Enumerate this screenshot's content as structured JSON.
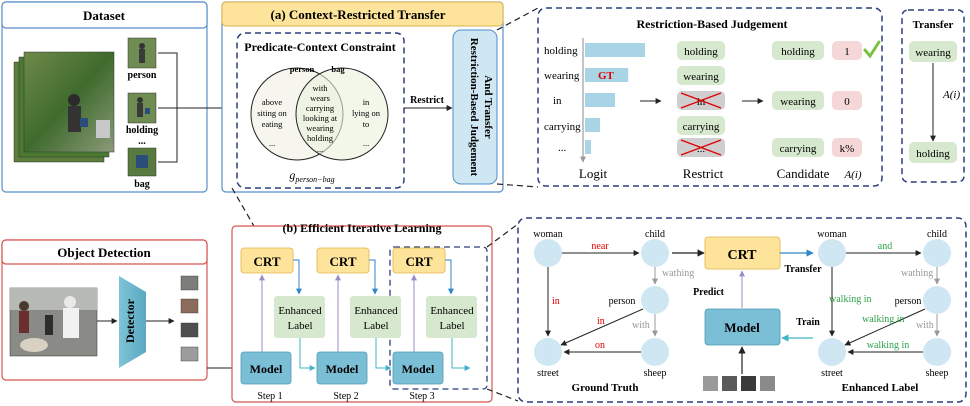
{
  "dataset": {
    "title": "Dataset",
    "crop_labels": [
      "person",
      "holding",
      "bag"
    ],
    "ellipsis": "..."
  },
  "crt_panel": {
    "title": "(a)  Context-Restricted Transfer",
    "pcc_title": "Predicate-Context Constraint",
    "venn": {
      "left_label": "person",
      "right_label": "bag",
      "left_items": [
        "above",
        "siting on",
        "eating",
        "..."
      ],
      "middle_items": [
        "with",
        "wears",
        "carrying",
        "looking at",
        "wearing",
        "holding",
        "..."
      ],
      "right_items": [
        "in",
        "lying on",
        "to",
        "..."
      ],
      "caption": "g",
      "caption_sub": "person−bag"
    },
    "restrict_label": "Restrict",
    "rbjt_label_line1": "Restriction-Based Judgement",
    "rbjt_label_line2": "And Transfer"
  },
  "judgement": {
    "title": "Restriction-Based Judgement",
    "predicates": [
      "holding",
      "wearing",
      "in",
      "carrying",
      "..."
    ],
    "gt_label": "GT",
    "logit_values": [
      1.0,
      0.72,
      0.5,
      0.25,
      0.1
    ],
    "restrict_items": [
      {
        "label": "holding",
        "crossed": false
      },
      {
        "label": "wearing",
        "crossed": false
      },
      {
        "label": "in",
        "crossed": true
      },
      {
        "label": "carrying",
        "crossed": false
      },
      {
        "label": "...",
        "crossed": true
      }
    ],
    "candidates": [
      {
        "label": "holding",
        "score": "1",
        "check": true
      },
      {
        "label": "wearing",
        "score": "0",
        "check": false
      },
      {
        "label": "carrying",
        "score": "k%",
        "check": false
      }
    ],
    "footer": {
      "logit": "Logit",
      "restrict": "Restrict",
      "candidate": "Candidate",
      "ai": "A(i)"
    },
    "colors": {
      "bar": "#a9d4e6",
      "chip": "#d6e8cd",
      "score": "#f4d7d6",
      "check": "#7cc242",
      "gt": "#e00000"
    }
  },
  "transfer": {
    "title": "Transfer",
    "from": "wearing",
    "to": "holding",
    "arrow_label": "A(i)"
  },
  "detection": {
    "title": "Object Detection",
    "detector_label": "Detector"
  },
  "eil": {
    "title": "(b) Efficient Iterative Learning",
    "crt": "CRT",
    "enhanced_line1": "Enhanced",
    "enhanced_line2": "Label",
    "model": "Model",
    "steps": [
      "Step 1",
      "Step 2",
      "Step 3"
    ]
  },
  "graphs": {
    "gt_caption": "Ground Truth",
    "enh_caption": "Enhanced  Label",
    "nodes": [
      "woman",
      "child",
      "person",
      "street",
      "sheep"
    ],
    "gt_edges": {
      "near": "near",
      "wathing": "wathing",
      "in1": "in",
      "in2": "in",
      "with": "with",
      "on": "on"
    },
    "enh_edges": {
      "and": "and",
      "wathing": "wathing",
      "walk1": "walking in",
      "walk2": "walking in",
      "walk3": "walking in",
      "with": "with"
    },
    "center": {
      "crt": "CRT",
      "model": "Model",
      "transfer": "Transfer",
      "predict": "Predict",
      "train": "Train"
    }
  }
}
